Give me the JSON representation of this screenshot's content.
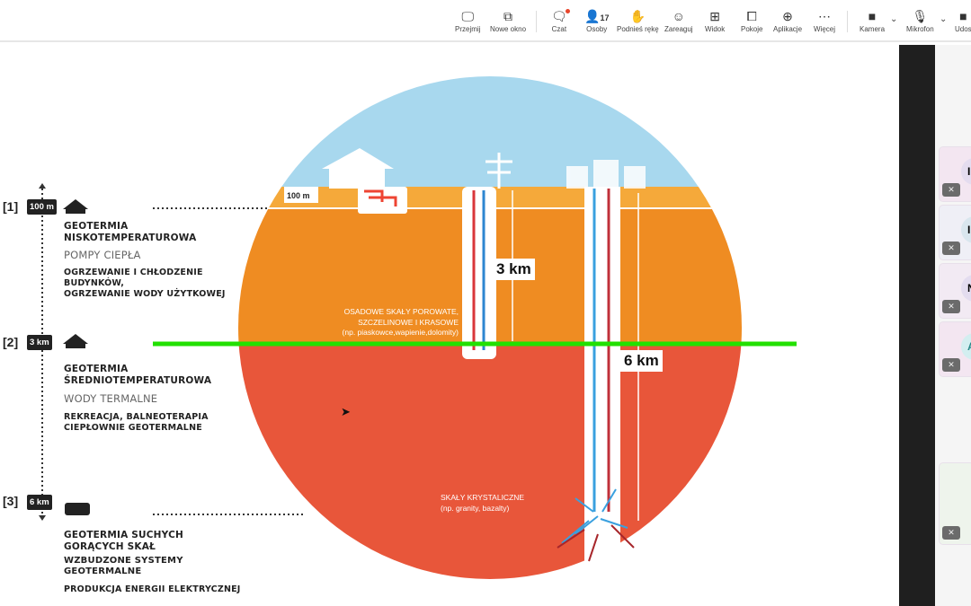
{
  "toolbar": {
    "items": [
      {
        "label": "Przejmij",
        "icon": "share-screen-icon"
      },
      {
        "label": "Nowe okno",
        "icon": "new-window-icon"
      },
      {
        "label": "Czat",
        "icon": "chat-icon"
      },
      {
        "label": "Osoby",
        "icon": "people-icon",
        "count": "17"
      },
      {
        "label": "Podnieś rękę",
        "icon": "raise-hand-icon"
      },
      {
        "label": "Zareaguj",
        "icon": "react-icon"
      },
      {
        "label": "Widok",
        "icon": "view-icon"
      },
      {
        "label": "Pokoje",
        "icon": "rooms-icon"
      },
      {
        "label": "Aplikacje",
        "icon": "apps-icon"
      },
      {
        "label": "Więcej",
        "icon": "more-icon"
      },
      {
        "label": "Kamera",
        "icon": "camera-off-icon"
      },
      {
        "label": "Mikrofon",
        "icon": "mic-off-icon"
      },
      {
        "label": "Udos",
        "icon": "share-icon"
      }
    ],
    "chat_unread_color": "#e8452b"
  },
  "participants": [
    {
      "initial": "I"
    },
    {
      "initial": "I"
    },
    {
      "initial": "N"
    },
    {
      "initial": "A"
    },
    {
      "initial": ""
    }
  ],
  "slide": {
    "levels": [
      {
        "num": "[1]",
        "depth": "100 m",
        "title": [
          "GEOTERMIA",
          "NISKOTEMPERATUROWA"
        ],
        "subtitle": "POMPY CIEPŁA",
        "uses": [
          "OGRZEWANIE I CHŁODZENIE",
          "BUDYNKÓW,",
          "OGRZEWANIE WODY UŻYTKOWEJ"
        ]
      },
      {
        "num": "[2]",
        "depth": "3 km",
        "title": [
          "GEOTERMIA",
          "ŚREDNIOTEMPERATUROWA"
        ],
        "subtitle": "WODY TERMALNE",
        "uses": [
          "REKREACJA, BALNEOTERAPIA",
          "CIEPŁOWNIE GEOTERMALNE"
        ]
      },
      {
        "num": "[3]",
        "depth": "6 km",
        "title": [
          "GEOTERMIA SUCHYCH",
          "GORĄCYCH SKAŁ"
        ],
        "subtitle2": [
          "WZBUDZONE SYSTEMY",
          "GEOTERMALNE"
        ],
        "uses": [
          "PRODUKCJA ENERGII ELEKTRYCZNEJ"
        ]
      }
    ],
    "diagram": {
      "depth_100m": "100 m",
      "label_3km": "3 km",
      "label_6km": "6 km",
      "sedimentary": [
        "OSADOWE SKAŁY POROWATE,",
        "SZCZELINOWE I KRASOWE",
        "(np. piaskowce,wapienie,dolomity)"
      ],
      "crystalline": [
        "SKAŁY KRYSTALICZNE",
        "(np. granity, bazalty)"
      ],
      "colors": {
        "sky": "#a8d8ee",
        "shallow": "#f5a93a",
        "middle": "#ef8c22",
        "deep": "#e8563a",
        "annotation_line": "#22e000"
      }
    }
  }
}
